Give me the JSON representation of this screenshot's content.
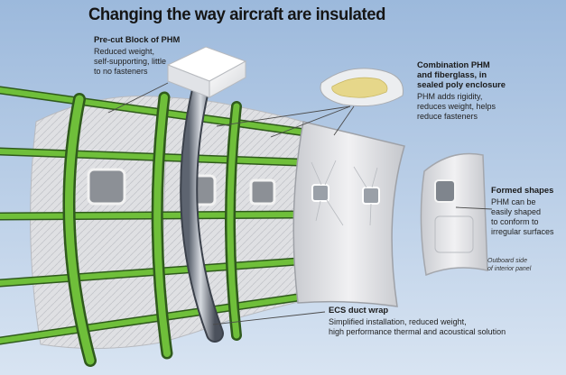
{
  "title": "Changing the way aircraft   are insulated",
  "callouts": {
    "precut": {
      "heading": "Pre-cut Block of PHM",
      "body": [
        "Reduced weight,",
        "self-supporting, little",
        "to no fasteners"
      ]
    },
    "combination": {
      "heading": [
        "Combination PHM",
        "and fiberglass, in",
        "sealed poly enclosure"
      ],
      "body": [
        "PHM adds rigidity,",
        "reduces weight, helps",
        "reduce fasteners"
      ]
    },
    "formed": {
      "heading": "Formed shapes",
      "body": [
        "PHM can be",
        "easily shaped",
        "to conform to",
        "irregular surfaces"
      ],
      "caption": [
        "Outboard side",
        "of interior panel"
      ]
    },
    "ecs": {
      "heading": "ECS duct wrap",
      "body": [
        "Simplified installation, reduced weight,",
        "high performance thermal and acoustical solution"
      ]
    }
  },
  "colors": {
    "background": "#b7cde6",
    "frame_green": "#6fbf3a",
    "frame_dark": "#2f5a1c",
    "insulation": "#dcdcdc",
    "panel": "#e8e8ea"
  }
}
